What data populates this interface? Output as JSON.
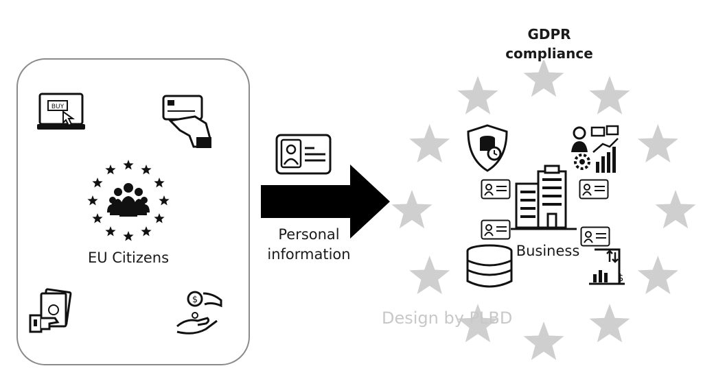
{
  "left_panel": {
    "label": "EU Citizens",
    "icons": [
      "buy-online-icon",
      "credit-card-payment-icon",
      "eu-citizens-group-icon",
      "cash-in-hand-icon",
      "money-exchange-icon"
    ]
  },
  "arrow": {
    "label_line1": "Personal",
    "label_line2": "information",
    "icon": "id-card-icon"
  },
  "right_panel": {
    "title_line1": "GDPR",
    "title_line2": "compliance",
    "center_label": "Business",
    "watermark": "Design by PLBD",
    "icons": [
      "data-security-shield-icon",
      "business-analytics-icon",
      "office-building-icon",
      "database-icon",
      "financial-report-icon"
    ]
  },
  "colors": {
    "ink": "#111111",
    "star_gray": "#cfcfcf",
    "border": "#8a8a8a",
    "watermark": "#c8c8c8"
  }
}
